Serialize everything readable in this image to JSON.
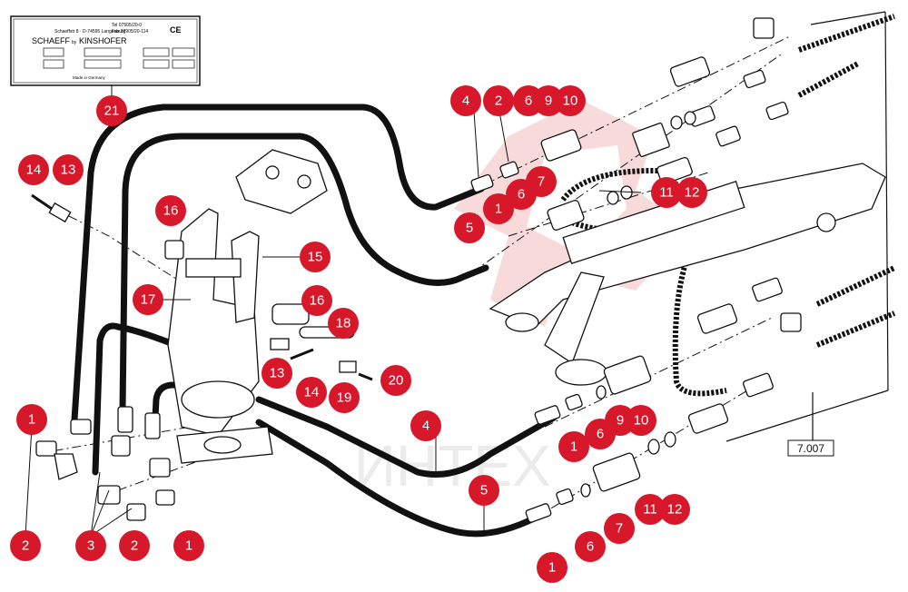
{
  "nameplate": {
    "line_top": "Tel 07505/20-0",
    "line_addr": "Schaeffstr 8 · D-74595 Langenburg",
    "line_fax": "Fax 07905/20-114",
    "brand": "SCHAEFF",
    "brand_by": "by",
    "brand2": "KINSHOFER",
    "ce_mark": "CE",
    "made_in": "Made in Germany"
  },
  "reference_box": "7.007",
  "watermark": "ИНТЕХ",
  "colors": {
    "callout": "#d7182a",
    "watermark": "#e05a5a",
    "line": "#111111"
  },
  "callouts": [
    {
      "id": "c21",
      "label": "21"
    },
    {
      "id": "c14a",
      "label": "14"
    },
    {
      "id": "c13a",
      "label": "13"
    },
    {
      "id": "c16a",
      "label": "16"
    },
    {
      "id": "c15",
      "label": "15"
    },
    {
      "id": "c17",
      "label": "17"
    },
    {
      "id": "c16b",
      "label": "16"
    },
    {
      "id": "c18",
      "label": "18"
    },
    {
      "id": "c13b",
      "label": "13"
    },
    {
      "id": "c14b",
      "label": "14"
    },
    {
      "id": "c19",
      "label": "19"
    },
    {
      "id": "c20",
      "label": "20"
    },
    {
      "id": "c1a",
      "label": "1"
    },
    {
      "id": "c2a",
      "label": "2"
    },
    {
      "id": "c3",
      "label": "3"
    },
    {
      "id": "c2b",
      "label": "2"
    },
    {
      "id": "c1b",
      "label": "1"
    },
    {
      "id": "c4a",
      "label": "4"
    },
    {
      "id": "c2c",
      "label": "2"
    },
    {
      "id": "c6a",
      "label": "6"
    },
    {
      "id": "c9a",
      "label": "9"
    },
    {
      "id": "c10a",
      "label": "10"
    },
    {
      "id": "c7a",
      "label": "7"
    },
    {
      "id": "c11a",
      "label": "11"
    },
    {
      "id": "c12a",
      "label": "12"
    },
    {
      "id": "c6b",
      "label": "6"
    },
    {
      "id": "c1c",
      "label": "1"
    },
    {
      "id": "c5a",
      "label": "5"
    },
    {
      "id": "c4b",
      "label": "4"
    },
    {
      "id": "c1d",
      "label": "1"
    },
    {
      "id": "c6c",
      "label": "6"
    },
    {
      "id": "c9b",
      "label": "9"
    },
    {
      "id": "c10b",
      "label": "10"
    },
    {
      "id": "c5b",
      "label": "5"
    },
    {
      "id": "c1e",
      "label": "1"
    },
    {
      "id": "c6d",
      "label": "6"
    },
    {
      "id": "c7b",
      "label": "7"
    },
    {
      "id": "c11b",
      "label": "11"
    },
    {
      "id": "c12b",
      "label": "12"
    }
  ]
}
